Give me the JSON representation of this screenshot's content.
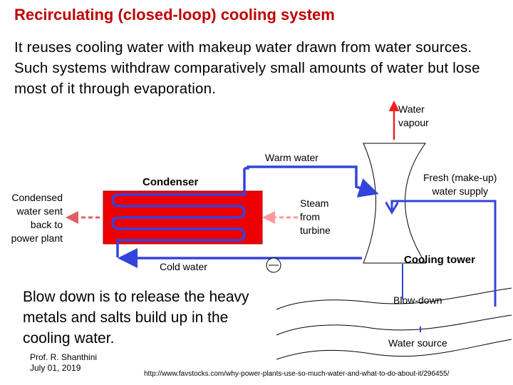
{
  "title": "Recirculating (closed-loop) cooling system",
  "intro": "It reuses  cooling  water  with makeup water drawn from water sources.  Such  systems  withdraw  comparatively  small amounts  of  water  but  lose  most  of  it  through  evaporation.",
  "labels": {
    "water_vapour": "Water\nvapour",
    "warm_water": "Warm water",
    "condenser": "Condenser",
    "condensed_water": "Condensed\nwater sent\nback to\npower plant",
    "steam": "Steam\nfrom\nturbine",
    "fresh_water": "Fresh (make-up)\nwater supply",
    "cold_water": "Cold water",
    "cooling_tower": "Cooling tower",
    "blow_down": "Blow-down",
    "water_source": "Water source"
  },
  "blowdown_note": "Blow down is to release the heavy metals and salts build up in the cooling water.",
  "credit": "Prof. R. Shanthini\nJuly 01, 2019",
  "source_url": "http://www.favstocks.com/why-power-plants-use-so-much-water-and-what-to-do-about-it/296455/",
  "colors": {
    "title": "#c00000",
    "water_pipe": "#3344dd",
    "condenser_body": "#ee0000",
    "vapour_arrow": "#ee2222",
    "condensed_arrow": "#e06060",
    "steam_arrow": "#ff9999"
  }
}
